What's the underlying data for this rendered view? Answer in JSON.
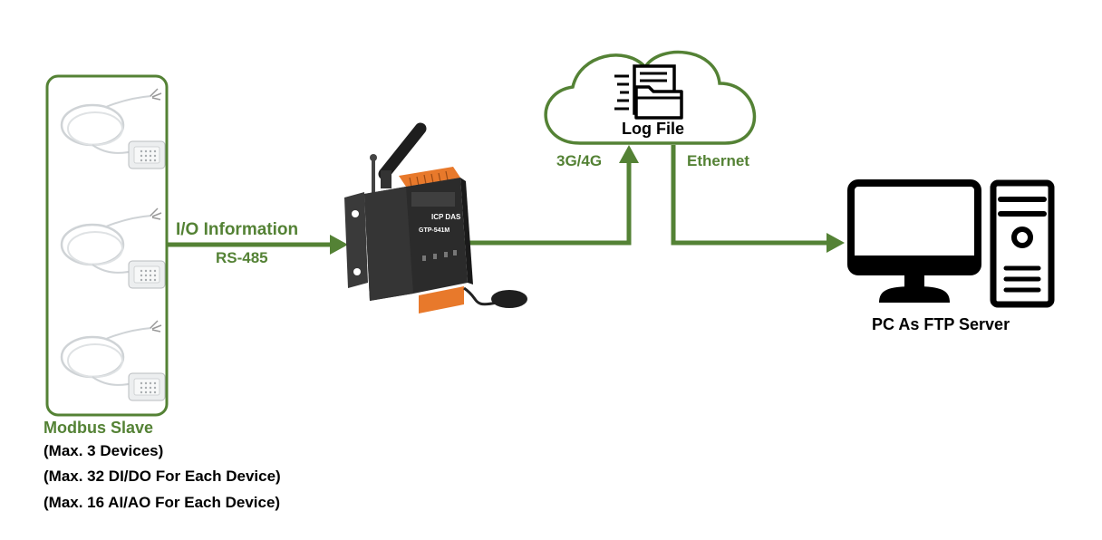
{
  "colors": {
    "accent": "#548235",
    "device_orange": "#e8792b",
    "device_dark": "#2b2b2b",
    "ink": "#000000"
  },
  "labels": {
    "io_information": "I/O Information",
    "rs485": "RS-485",
    "cellular": "3G/4G",
    "ethernet": "Ethernet",
    "log_file": "Log File",
    "pc_server": "PC As FTP Server",
    "modbus_slave": "Modbus Slave",
    "max_devices": "(Max. 3 Devices)",
    "max_dido": "(Max. 32 DI/DO For Each Device)",
    "max_aiao": "(Max. 16 AI/AO For Each Device)"
  },
  "device": {
    "brand": "ICP DAS",
    "model": "GTP-541M"
  },
  "icons": [
    "sensor-icon",
    "controller-icon",
    "cloud-icon",
    "document-icon",
    "folder-icon",
    "monitor-icon",
    "tower-pc-icon"
  ]
}
